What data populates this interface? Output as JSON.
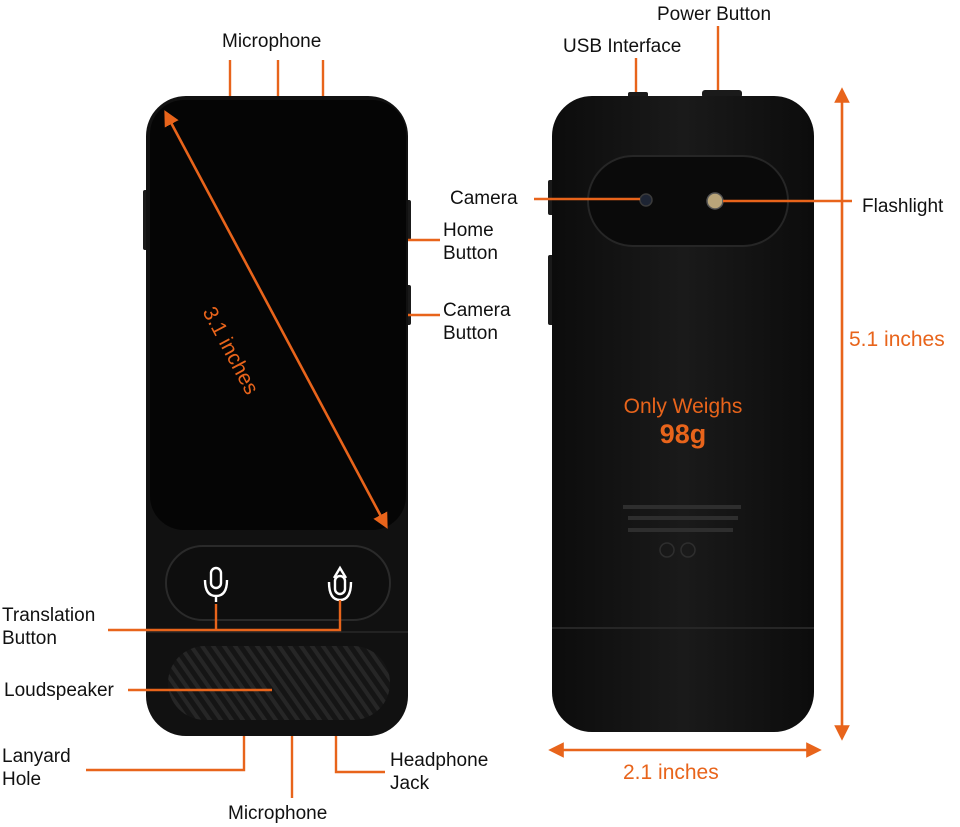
{
  "colors": {
    "accent": "#e8641b",
    "device_body": "#111111",
    "screen": "#050505",
    "label_text": "#111111"
  },
  "labels": {
    "microphone_top": "Microphone",
    "home_button": [
      "Home",
      "Button"
    ],
    "camera_button": [
      "Camera",
      "Button"
    ],
    "translation_button": [
      "Translation",
      "Button"
    ],
    "loudspeaker": "Loudspeaker",
    "lanyard_hole": [
      "Lanyard",
      "Hole"
    ],
    "microphone_bottom": "Microphone",
    "headphone_jack": [
      "Headphone",
      "Jack"
    ],
    "usb_interface": "USB Interface",
    "power_button": "Power Button",
    "camera": "Camera",
    "flashlight": "Flashlight"
  },
  "dimensions": {
    "diagonal": "3.1 inches",
    "height": "5.1 inches",
    "width": "2.1 inches"
  },
  "weight": {
    "line1": "Only Weighs",
    "line2": "98g"
  },
  "icons": {
    "front_buttons": [
      "microphone-icon",
      "microphone-icon"
    ]
  }
}
